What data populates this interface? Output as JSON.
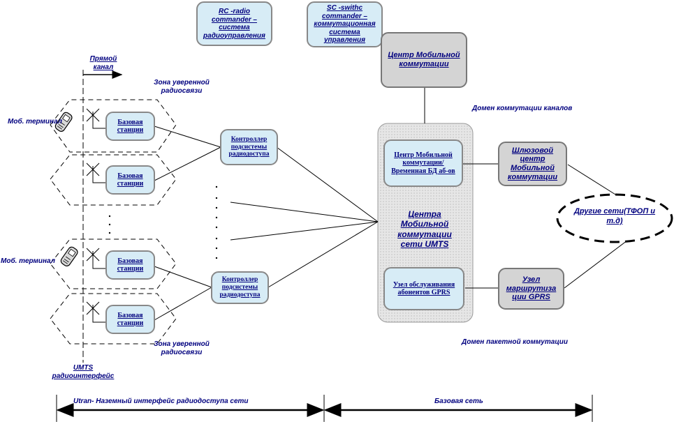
{
  "top": {
    "rc": "RC -radio commander – система радиоуправления",
    "rc_lines": [
      "RC -radio",
      "commander –",
      "система",
      "радиоуправления"
    ],
    "sc_lines": [
      "SC -swithc",
      "commander –",
      "коммутационная",
      "система",
      "управления"
    ]
  },
  "core": {
    "msc_lines": [
      "Центр Мобильной",
      "коммутации"
    ],
    "msc_vlr_lines": [
      "Центр Мобильной",
      "коммутации/",
      "Временная БД аб-ов"
    ],
    "umts_lines": [
      "Центра",
      "Мобильной",
      "коммутации",
      "сети UMTS"
    ],
    "sgsn_lines": [
      "Узел обслуживания",
      "абонентов GPRS"
    ],
    "gmsc_lines": [
      "Шлюзовой",
      "центр",
      "Мобильной",
      "коммутации"
    ],
    "ggsn_lines": [
      "Узел",
      "маршрутиза",
      "ции GPRS"
    ],
    "other_networks_lines": [
      "Другие сети(ТФОП и",
      "т.д)"
    ]
  },
  "access": {
    "base_station_lines": [
      "Базовая",
      "станции"
    ],
    "rnc_lines": [
      "Контроллер",
      "подсистемы",
      "радиодоступа"
    ]
  },
  "labels": {
    "forward_channel_lines": [
      "Прямой",
      "канал"
    ],
    "zone_lines": [
      "Зона уверенной",
      "радиосвязи"
    ],
    "mobile_terminal_1": "Моб. терминал",
    "mobile_terminal_2": "Моб. терминал",
    "umts_interface_lines": [
      "UMTS",
      "радиоинтерфейс"
    ],
    "cs_domain": "Домен коммутации каналов",
    "ps_domain": "Домен пакетной коммутации",
    "utran_span": "Utran- Наземный интерфейс радиодоступа сети",
    "core_span": "Базовая сеть"
  },
  "colors": {
    "text": "#00007f",
    "box_fill": "#d7ecf6",
    "grey_fill": "#d4d4d4",
    "border": "#888888"
  }
}
